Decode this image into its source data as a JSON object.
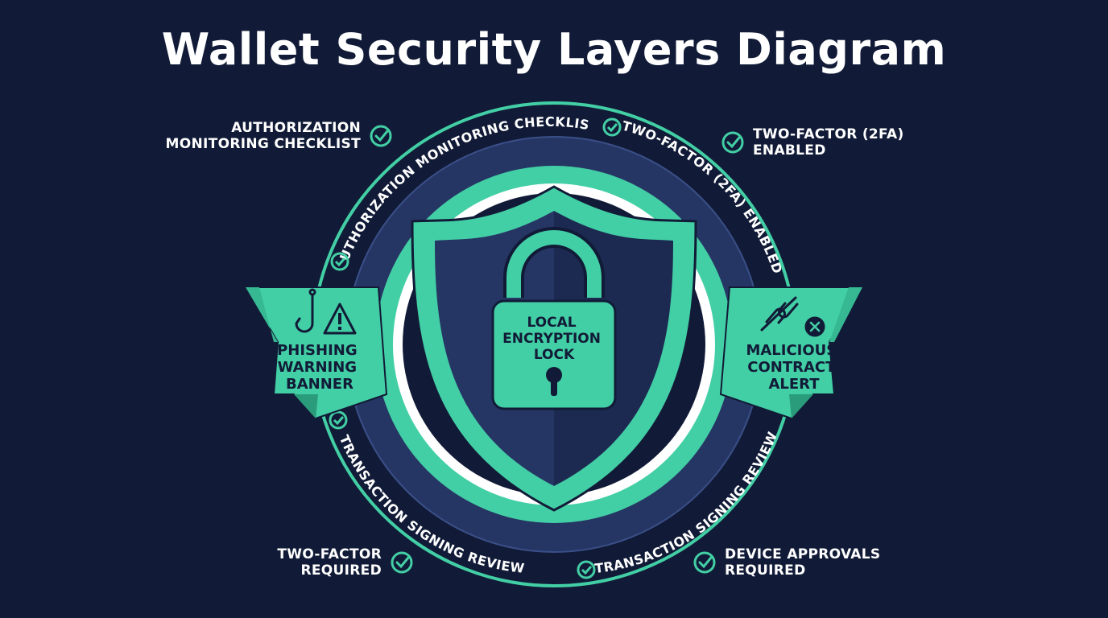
{
  "title": "Wallet Security Layers Diagram",
  "colors": {
    "background": "#111b37",
    "accent": "#43cfa5",
    "navy": "#263664",
    "ring_white": "#ffffff"
  },
  "center": {
    "label_lines": [
      "LOCAL",
      "ENCRYPTION",
      "LOCK"
    ],
    "icon": "padlock-icon"
  },
  "ring_labels": {
    "top_left": "AUTHORIZATION MONITORING CHECKLIST",
    "top_right": "TWO-FACTOR (2FA) ENABLED",
    "bottom_left": "TRANSACTION SIGNING REVIEW",
    "bottom_right": "TRANSACTION SIGNING REVIEW"
  },
  "banners": {
    "left": {
      "label_lines": [
        "PHISHING",
        "WARNING",
        "BANNER"
      ],
      "icons": [
        "fishing-hook-icon",
        "warning-triangle-icon"
      ]
    },
    "right": {
      "label_lines": [
        "MALICIOUS",
        "CONTRACT",
        "ALERT"
      ],
      "icons": [
        "broken-link-icon"
      ]
    }
  },
  "callouts": {
    "top_left": {
      "line1": "AUTHORIZATION",
      "line2": "MONITORING CHECKLIST"
    },
    "top_right": {
      "line1": "TWO-FACTOR (2FA)",
      "line2": "ENABLED"
    },
    "bottom_left": {
      "line1": "TWO-FACTOR",
      "line2": "REQUIRED"
    },
    "bottom_right": {
      "line1": "DEVICE APPROVALS",
      "line2": "REQUIRED"
    }
  }
}
